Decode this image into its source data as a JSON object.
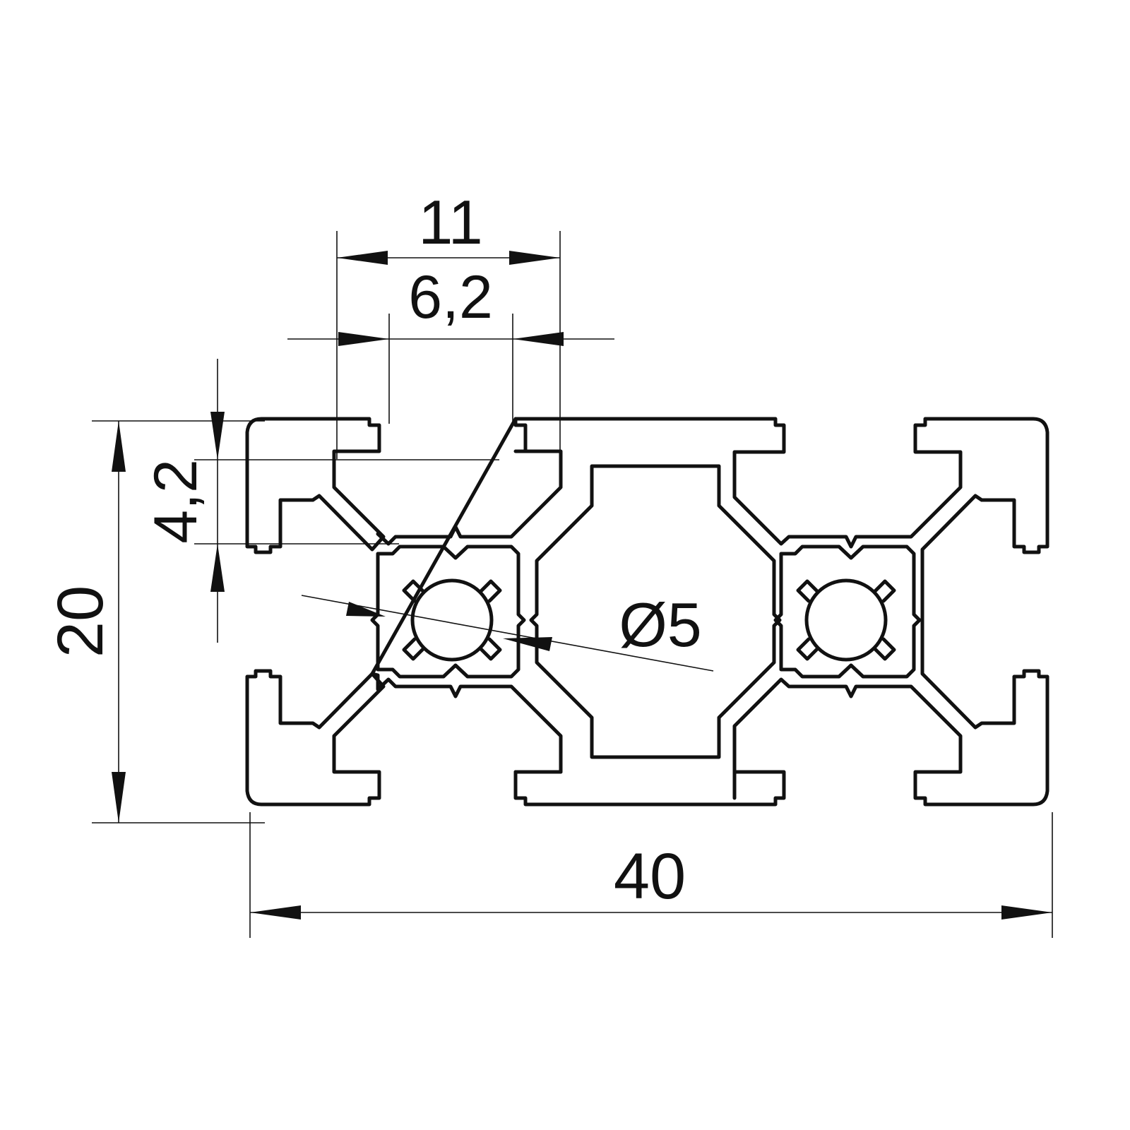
{
  "drawing": {
    "dimensions": {
      "slot_width_outer": "11",
      "slot_opening": "6,2",
      "lip_thickness": "4,2",
      "profile_height": "20",
      "profile_width": "40",
      "core_hole_diameter": "Ø5"
    },
    "colors": {
      "line": "#111111",
      "background": "#ffffff"
    }
  }
}
